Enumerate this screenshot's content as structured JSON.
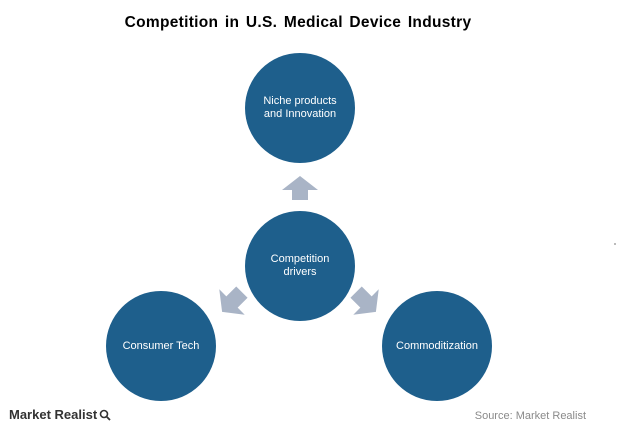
{
  "title": "Competition  in U.S. Medical Device Industry",
  "nodes": {
    "top": "Niche products\nand Innovation",
    "center": "Competition\ndrivers",
    "left": "Consumer Tech",
    "right": "Commoditization"
  },
  "colors": {
    "circle": "#1e5f8c",
    "arrow": "#a9b4c6"
  },
  "logo": "Market Realist",
  "source": "Source: Market Realist"
}
